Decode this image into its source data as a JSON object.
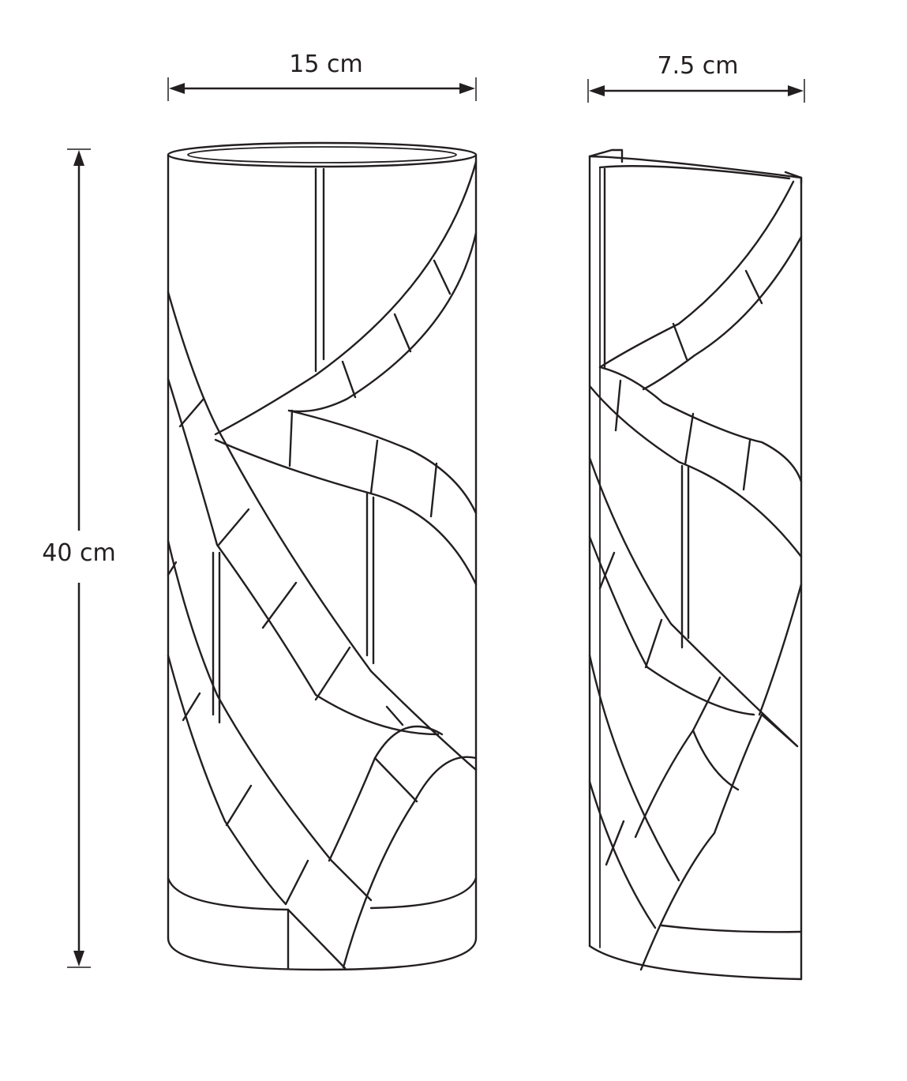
{
  "dimensions": {
    "full_width": "15 cm",
    "half_width": "7.5 cm",
    "height": "40 cm"
  },
  "colors": {
    "line": "#231f20",
    "background": "#ffffff"
  }
}
